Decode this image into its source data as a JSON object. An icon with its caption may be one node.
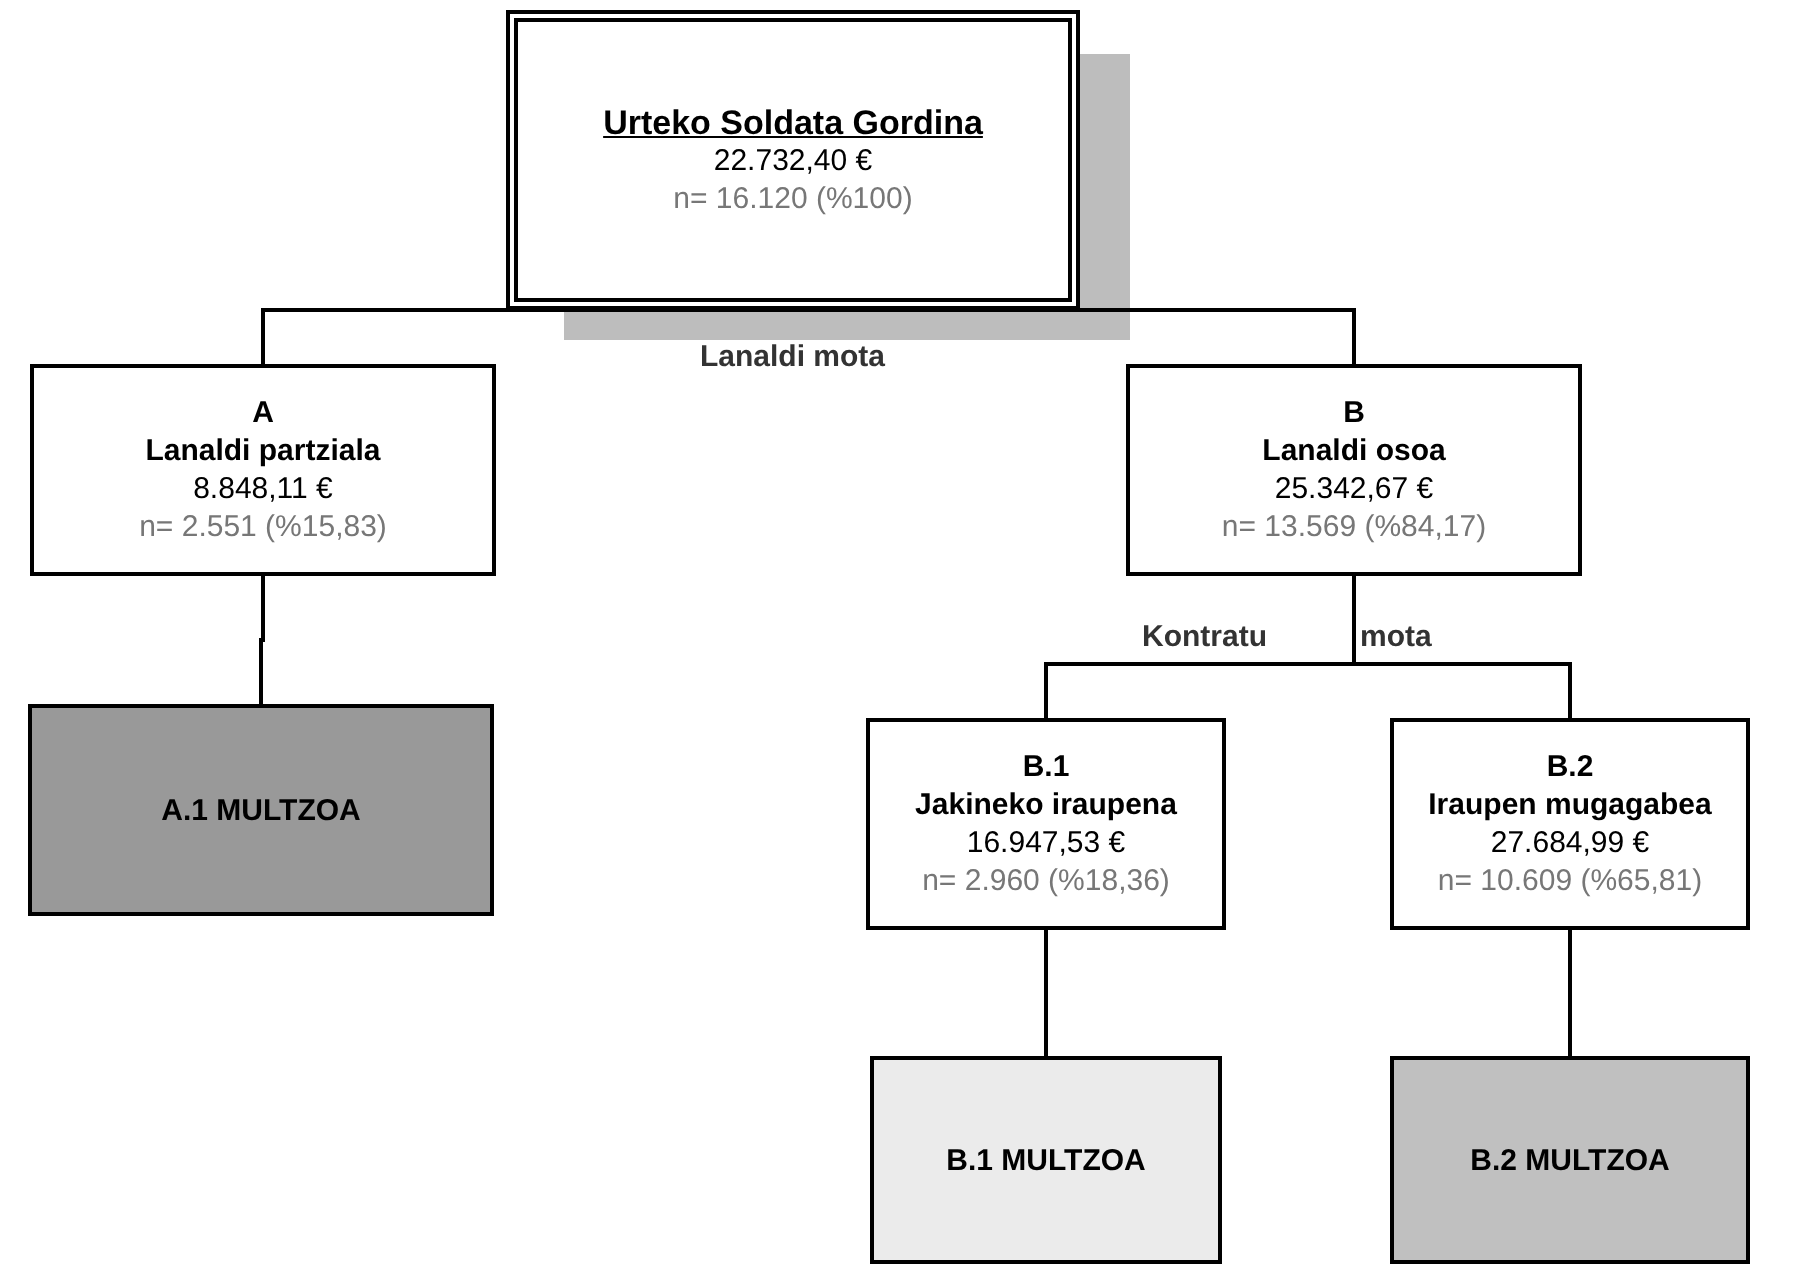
{
  "diagram": {
    "nodes": [
      {
        "text": [
          "Urteko Soldata Gordina",
          "22.732,40 €",
          "n= 16.120 (%100)"
        ]
      },
      {
        "text": [
          "A",
          "Lanaldi partziala",
          "8.848,11 €",
          "n= 2.551 (%15,83)"
        ]
      },
      {
        "text": [
          "B",
          "Lanaldi osoa",
          "25.342,67 €",
          "n= 13.569 (%84,17)"
        ]
      },
      {
        "text": [
          "A.1 MULTZOA"
        ]
      },
      {
        "text": [
          "B.1",
          "Jakineko iraupena",
          "16.947,53 €",
          "n= 2.960 (%18,36)"
        ]
      },
      {
        "text": [
          "B.2",
          "Iraupen mugagabea",
          "27.684,99 €",
          "n= 10.609 (%65,81)"
        ]
      },
      {
        "text": [
          "B.1 MULTZOA"
        ]
      },
      {
        "text": [
          "B.2 MULTZOA"
        ]
      }
    ],
    "edges": [
      {
        "from": 0,
        "to": 1,
        "arrow": "none"
      },
      {
        "from": 0,
        "to": 2,
        "arrow": "none"
      },
      {
        "from": 1,
        "to": 3,
        "arrow": "none"
      },
      {
        "from": 2,
        "to": 4,
        "arrow": "none"
      },
      {
        "from": 2,
        "to": 5,
        "arrow": "none"
      },
      {
        "from": 4,
        "to": 6,
        "arrow": "none"
      },
      {
        "from": 5,
        "to": 7,
        "arrow": "none"
      }
    ],
    "labels": [
      "Lanaldi mota",
      "Kontratu",
      "mota"
    ]
  }
}
